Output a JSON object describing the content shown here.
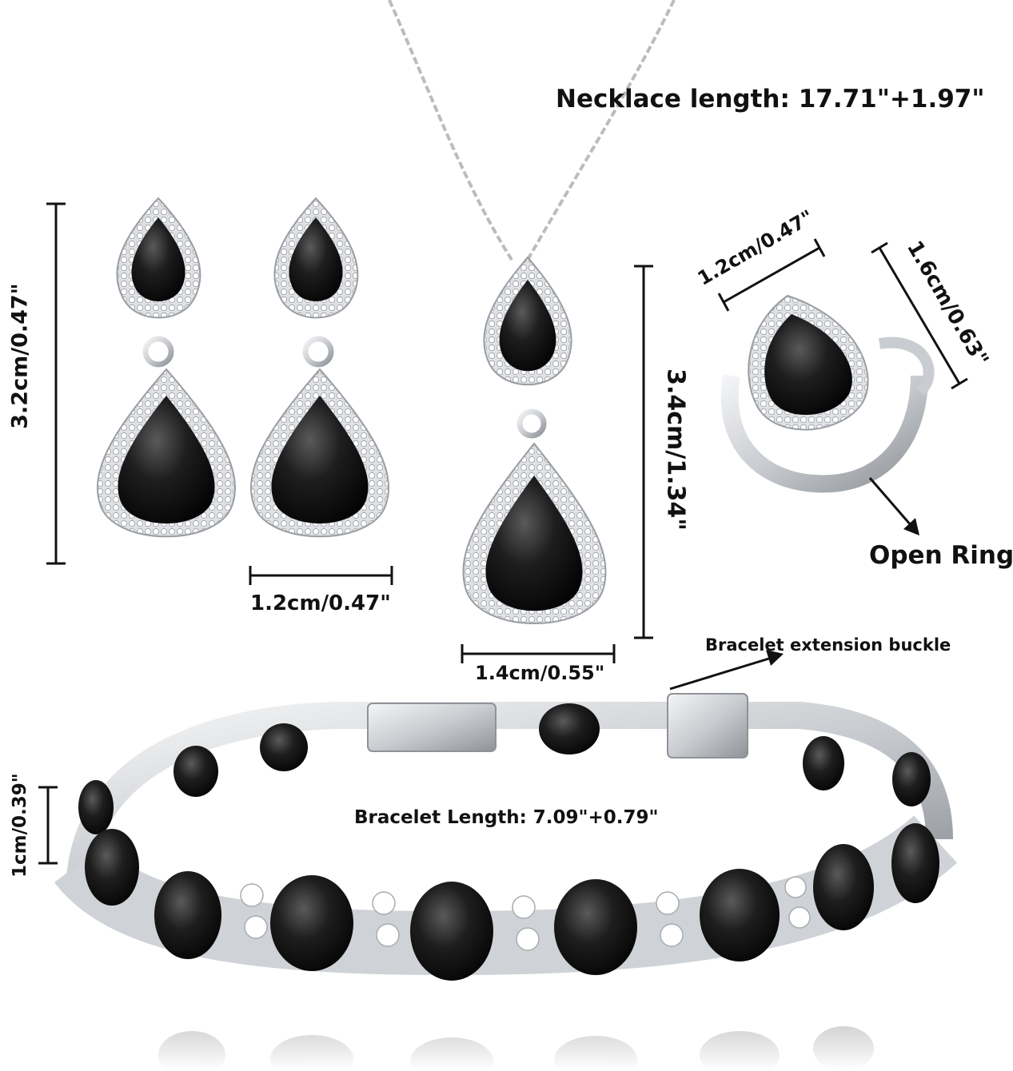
{
  "labels": {
    "necklace_length": "Necklace length: 17.71\"+1.97\"",
    "earring_height": "3.2cm/0.47\"",
    "earring_width": "1.2cm/0.47\"",
    "pendant_height": "3.4cm/1.34\"",
    "pendant_width": "1.4cm/0.55\"",
    "ring_width": "1.2cm/0.47\"",
    "ring_height": "1.6cm/0.63\"",
    "open_ring": "Open Ring",
    "bracelet_extension": "Bracelet extension buckle",
    "bracelet_height": "1cm/0.39\"",
    "bracelet_length": "Bracelet Length: 7.09\"+0.79\""
  },
  "colors": {
    "gem": "#141414",
    "gem_highlight": "#4a4a4a",
    "silver": "#d9dbde",
    "silver_dark": "#9a9da2",
    "line": "#111111"
  }
}
